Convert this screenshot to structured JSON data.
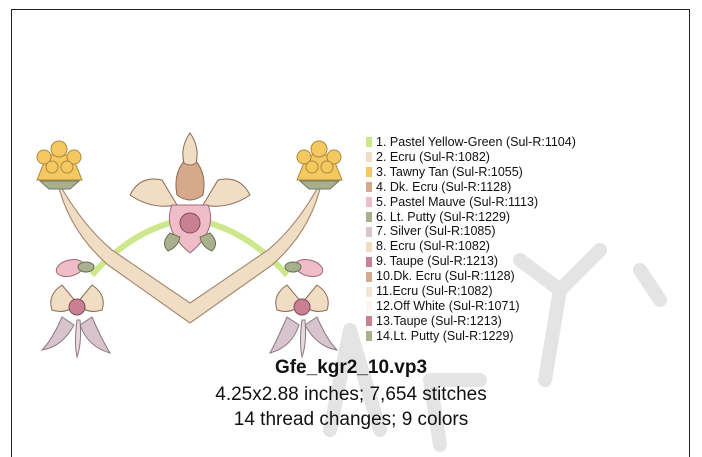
{
  "thread_list": [
    {
      "label": "1.  Pastel Yellow-Green (Sul-R:1104)",
      "color": "#cde88a"
    },
    {
      "label": "2.  Ecru (Sul-R:1082)",
      "color": "#f1dcc4"
    },
    {
      "label": "3.  Tawny Tan (Sul-R:1055)",
      "color": "#f5c860"
    },
    {
      "label": "4.  Dk. Ecru (Sul-R:1128)",
      "color": "#d6a98c"
    },
    {
      "label": "5.  Pastel Mauve (Sul-R:1113)",
      "color": "#f0bcc8"
    },
    {
      "label": "6.  Lt. Putty (Sul-R:1229)",
      "color": "#a9b08e"
    },
    {
      "label": "7.  Silver (Sul-R:1085)",
      "color": "#d8c4cc"
    },
    {
      "label": "8.  Ecru (Sul-R:1082)",
      "color": "#f1dcc4"
    },
    {
      "label": "9.  Taupe (Sul-R:1213)",
      "color": "#c98090"
    },
    {
      "label": "10.Dk. Ecru (Sul-R:1128)",
      "color": "#d6a98c"
    },
    {
      "label": "11.Ecru (Sul-R:1082)",
      "color": "#f4e4d2"
    },
    {
      "label": "12.Off White (Sul-R:1071)",
      "color": "#fbf7f0"
    },
    {
      "label": "13.Taupe (Sul-R:1213)",
      "color": "#c98090"
    },
    {
      "label": "14.Lt. Putty (Sul-R:1229)",
      "color": "#a9b08e"
    }
  ],
  "design": {
    "file_name": "Gfe_kgr2_10.vp3",
    "size_and_stitches": "4.25x2.88 inches; 7,654 stitches",
    "changes_and_colors": "14 thread changes; 9 colors"
  }
}
